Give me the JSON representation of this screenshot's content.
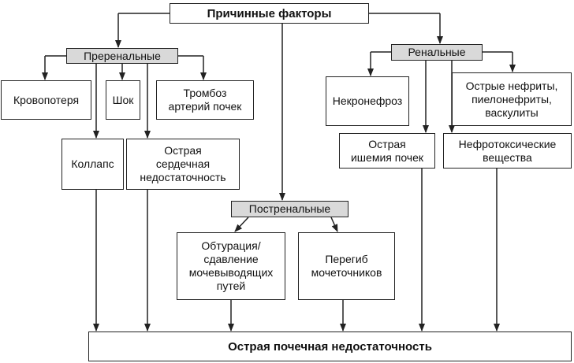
{
  "nodes": {
    "causes": "Причинные факторы",
    "prerenal": "Преренальные",
    "renal": "Ренальные",
    "postrenal": "Постренальные",
    "blood_loss": "Кровопотеря",
    "shock": "Шок",
    "thrombosis": "Тромбоз\nартерий почек",
    "collapse": "Коллапс",
    "heart_failure": "Острая\nсердечная\nнедостаточность",
    "necronephrosis": "Некронефроз",
    "nephritis": "Острые нефриты,\nпиелонефриты,\nваскулиты",
    "ischemia": "Острая\nишемия почек",
    "nephrotoxic": "Нефротоксические\nвещества",
    "obturation": "Обтурация/\nсдавление\nмочевыводящих\nпутей",
    "ureter_kink": "Перегиб\nмочеточников",
    "result": "Острая почечная недостаточность"
  }
}
